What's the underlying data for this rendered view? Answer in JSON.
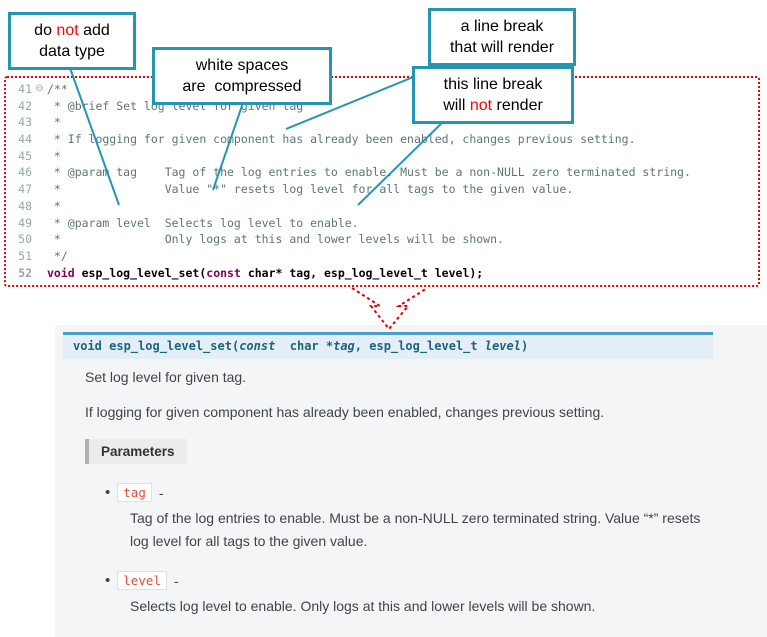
{
  "colors": {
    "callout_border": "#2496b4",
    "annotation_red": "#ff0000",
    "code_frame_red": "#e60000",
    "keyword_purple": "#7f0055",
    "comment_gray": "#5f7575",
    "doc_signature_bg": "#e3eef6",
    "doc_signature_border": "#4d9fca",
    "doc_signature_text": "#19647e",
    "param_name_red": "#e74c3c",
    "doc_panel_bg": "#f4f5f6"
  },
  "callouts": {
    "dont_add_datatype": {
      "pre": "do ",
      "not_word": "not",
      "post": " add",
      "line2": "data type"
    },
    "whitespace": {
      "line1": "white spaces",
      "line2": "are  compressed"
    },
    "break_renders": {
      "line1": "a line break",
      "line2": "that will render"
    },
    "break_no_render": {
      "line1": "this line break",
      "pre2": "will ",
      "not_word2": "not",
      "post2": " render"
    }
  },
  "editor": {
    "lines": [
      {
        "num": "41",
        "fold": "⊖",
        "text": "/**"
      },
      {
        "num": "42",
        "fold": "",
        "text": " * @brief Set log level for given tag"
      },
      {
        "num": "43",
        "fold": "",
        "text": " *"
      },
      {
        "num": "44",
        "fold": "",
        "text": " * If logging for given component has already been enabled, changes previous setting."
      },
      {
        "num": "45",
        "fold": "",
        "text": " *"
      },
      {
        "num": "46",
        "fold": "",
        "text": " * @param tag    Tag of the log entries to enable. Must be a non-NULL zero terminated string."
      },
      {
        "num": "47",
        "fold": "",
        "text": " *               Value \"*\" resets log level for all tags to the given value."
      },
      {
        "num": "48",
        "fold": "",
        "text": " *"
      },
      {
        "num": "49",
        "fold": "",
        "text": " * @param level  Selects log level to enable."
      },
      {
        "num": "50",
        "fold": "",
        "text": " *               Only logs at this and lower levels will be shown."
      },
      {
        "num": "51",
        "fold": "",
        "text": " */"
      }
    ],
    "sig_line": {
      "num": "52",
      "kw_void": "void",
      "name": " esp_log_level_set",
      "open": "(",
      "kw_const": "const",
      "rest": " char* tag, esp_log_level_t level);"
    }
  },
  "doc": {
    "signature": {
      "ret": "void",
      "name": " esp_log_level_set",
      "open": "(",
      "kw_const": "const",
      "mid1": "  char *",
      "arg1": "tag",
      "mid2": ", esp_log_level_t ",
      "arg2": "level",
      "close": ")"
    },
    "para1": "Set log level for given tag.",
    "para2": "If logging for given component has already been enabled, changes previous setting.",
    "params_label": "Parameters",
    "bullet_glyph": "•",
    "params": [
      {
        "name": "tag",
        "dash": " -",
        "desc": "Tag of the log entries to enable. Must be a non-NULL zero terminated string. Value “*” resets log level for all tags to the given value."
      },
      {
        "name": "level",
        "dash": " -",
        "desc": "Selects log level to enable. Only logs at this and lower levels will be shown."
      }
    ]
  }
}
